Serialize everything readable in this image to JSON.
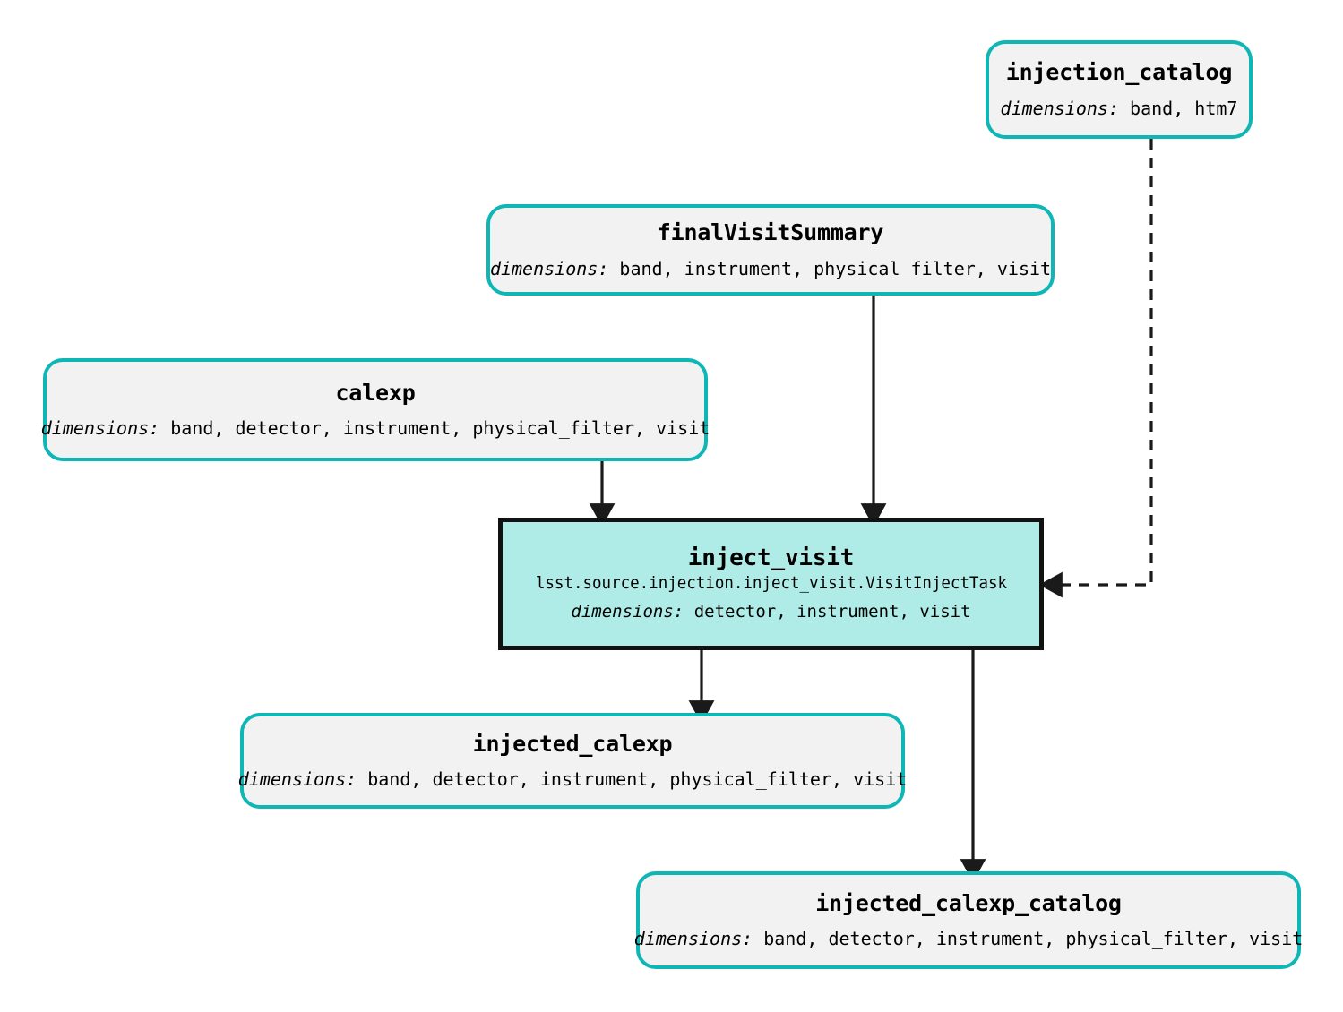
{
  "diagram": {
    "type": "pipeline-graph",
    "colors": {
      "dataset_border": "#0fb6b6",
      "dataset_fill": "#f2f2f2",
      "task_border": "#111111",
      "task_fill": "#b0ece7",
      "edge": "#1a1a1a",
      "background": "#ffffff"
    },
    "dims_label": "dimensions:"
  },
  "nodes": {
    "injection_catalog": {
      "title": "injection_catalog",
      "dimensions": " band, htm7",
      "kind": "dataset"
    },
    "finalVisitSummary": {
      "title": "finalVisitSummary",
      "dimensions": " band, instrument, physical_filter, visit",
      "kind": "dataset"
    },
    "calexp": {
      "title": "calexp",
      "dimensions": " band, detector, instrument, physical_filter, visit",
      "kind": "dataset"
    },
    "inject_visit": {
      "title": "inject_visit",
      "class_path": "lsst.source.injection.inject_visit.VisitInjectTask",
      "dimensions": " detector, instrument, visit",
      "kind": "task"
    },
    "injected_calexp": {
      "title": "injected_calexp",
      "dimensions": " band, detector, instrument, physical_filter, visit",
      "kind": "dataset"
    },
    "injected_calexp_catalog": {
      "title": "injected_calexp_catalog",
      "dimensions": " band, detector, instrument, physical_filter, visit",
      "kind": "dataset"
    }
  },
  "edges": [
    {
      "name": "edge-calexp-to-inject_visit",
      "from": "calexp",
      "to": "inject_visit",
      "style": "solid"
    },
    {
      "name": "edge-finalVisitSummary-to-inject_visit",
      "from": "finalVisitSummary",
      "to": "inject_visit",
      "style": "solid"
    },
    {
      "name": "edge-injection_catalog-to-inject_visit",
      "from": "injection_catalog",
      "to": "inject_visit",
      "style": "dashed"
    },
    {
      "name": "edge-inject_visit-to-injected_calexp",
      "from": "inject_visit",
      "to": "injected_calexp",
      "style": "solid"
    },
    {
      "name": "edge-inject_visit-to-injected_calexp_catalog",
      "from": "inject_visit",
      "to": "injected_calexp_catalog",
      "style": "solid"
    }
  ]
}
